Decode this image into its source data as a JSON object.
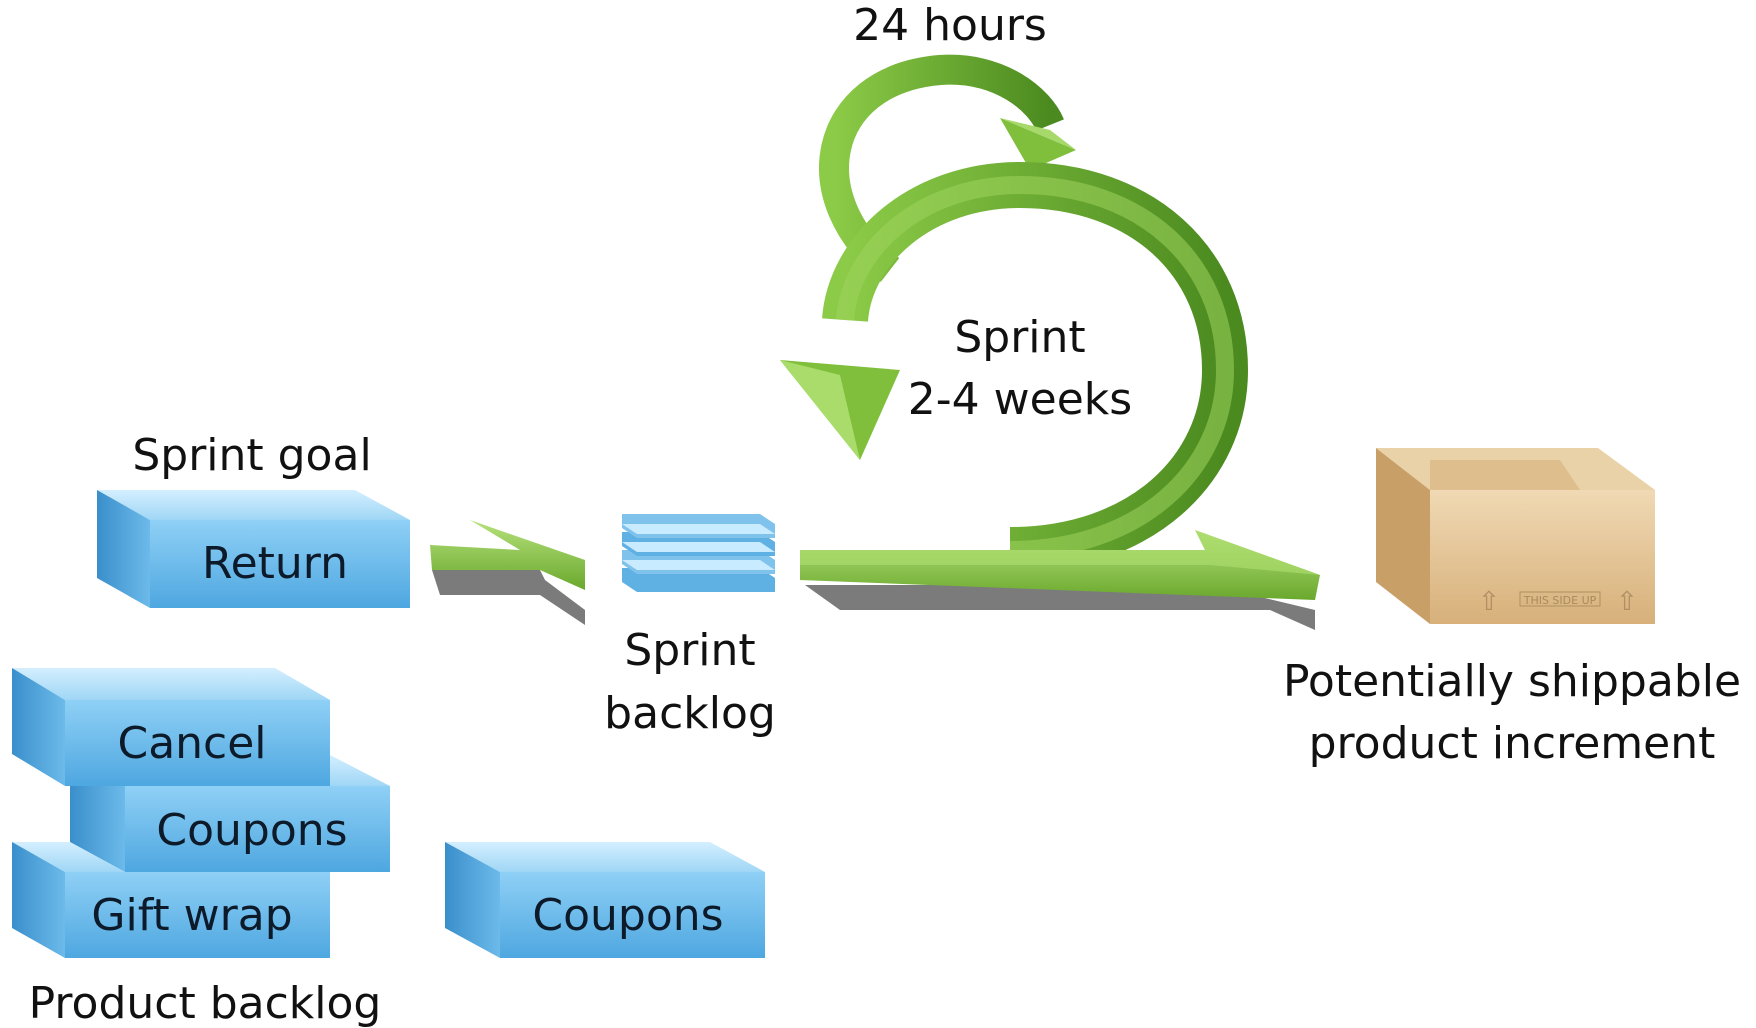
{
  "labels": {
    "daily_cycle": "24 hours",
    "sprint_line1": "Sprint",
    "sprint_line2": "2-4 weeks",
    "sprint_goal": "Sprint goal",
    "sprint_backlog_line1": "Sprint",
    "sprint_backlog_line2": "backlog",
    "increment_line1": "Potentially shippable",
    "increment_line2": "product increment",
    "product_backlog": "Product backlog",
    "box_stamp": "THIS SIDE UP"
  },
  "blocks": {
    "goal_item": "Return",
    "backlog_items": [
      "Cancel",
      "Coupons",
      "Gift wrap"
    ],
    "loose_item": "Coupons"
  },
  "colors": {
    "block_top": "#a9d8f3",
    "block_front": "#5fb4e6",
    "block_side": "#3f95cf",
    "arrow_green": "#7fbf3c",
    "arrow_dark": "#4c8a1e",
    "shadow": "#7a7a7a",
    "box": "#e2c496"
  }
}
